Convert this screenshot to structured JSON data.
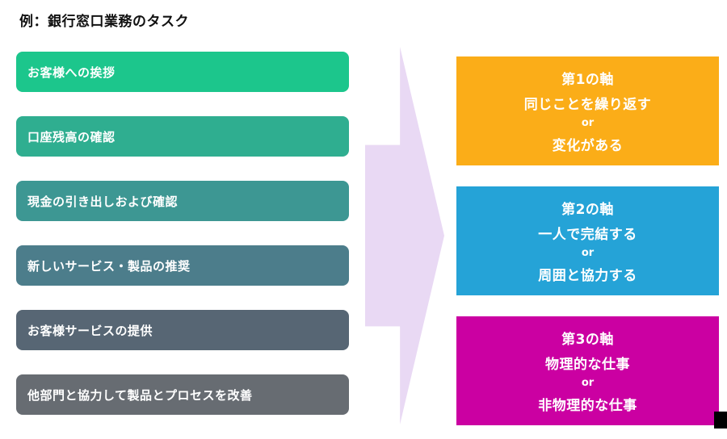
{
  "title": "例：銀行窓口業務のタスク",
  "tasks": [
    {
      "label": "お客様への挨拶",
      "color": "#1CC68C"
    },
    {
      "label": "口座残高の確認",
      "color": "#2FAE90"
    },
    {
      "label": "現金の引き出しおよび確認",
      "color": "#3D9793"
    },
    {
      "label": "新しいサービス・製品の推奨",
      "color": "#4C7D8B"
    },
    {
      "label": "お客様サービスの提供",
      "color": "#576674"
    },
    {
      "label": "他部門と協力して製品とプロセスを改善",
      "color": "#676C72"
    }
  ],
  "arrow": {
    "color": "#E9D9F4"
  },
  "axes": [
    {
      "title": "第1の軸",
      "option_a": "同じことを繰り返す",
      "separator": "or",
      "option_b": "変化がある",
      "color": "#FBAD18"
    },
    {
      "title": "第2の軸",
      "option_a": "一人で完結する",
      "separator": "or",
      "option_b": "周囲と協力する",
      "color": "#25A3D7"
    },
    {
      "title": "第3の軸",
      "option_a": "物理的な仕事",
      "separator": "or",
      "option_b": "非物理的な仕事",
      "color": "#CB00A2"
    }
  ]
}
